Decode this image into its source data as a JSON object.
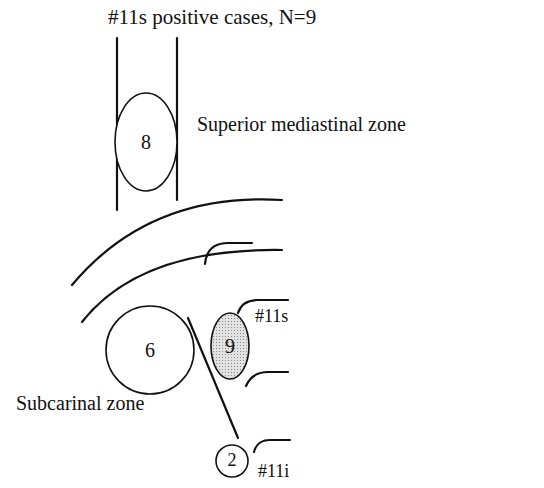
{
  "diagram": {
    "title": "#11s positive cases, N=9",
    "nodes": [
      {
        "text": [
          "8"
        ]
      },
      {
        "text": [
          "6"
        ]
      },
      {
        "text": [
          "9"
        ]
      },
      {
        "text": [
          "2"
        ]
      }
    ],
    "labels": [
      "Superior mediastinal zone",
      "Subcarinal zone",
      "#11s",
      "#11i"
    ]
  }
}
